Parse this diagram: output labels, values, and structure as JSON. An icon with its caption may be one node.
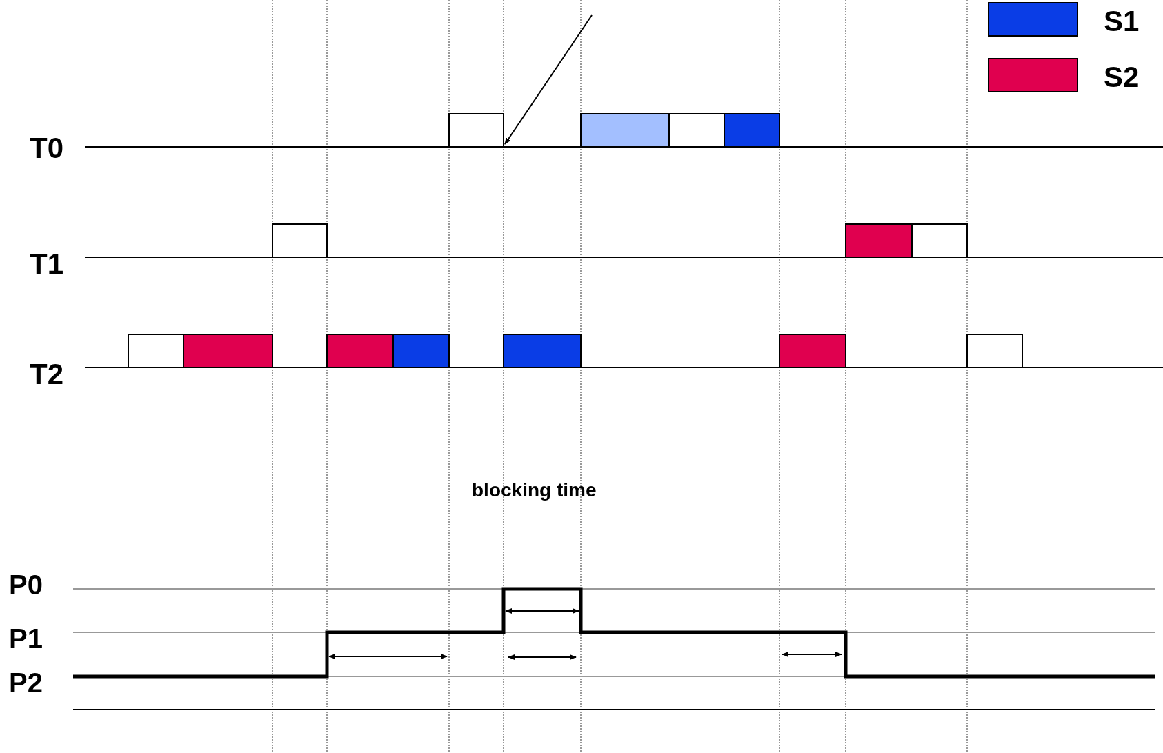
{
  "diagram": {
    "labels": [
      "T0",
      "T1",
      "T2",
      "blocking time",
      "P0",
      "P1",
      "P2"
    ],
    "legend": [
      {
        "text": "S1",
        "color": "#0a3de6"
      },
      {
        "text": "S2",
        "color": "#e0004f"
      }
    ]
  }
}
